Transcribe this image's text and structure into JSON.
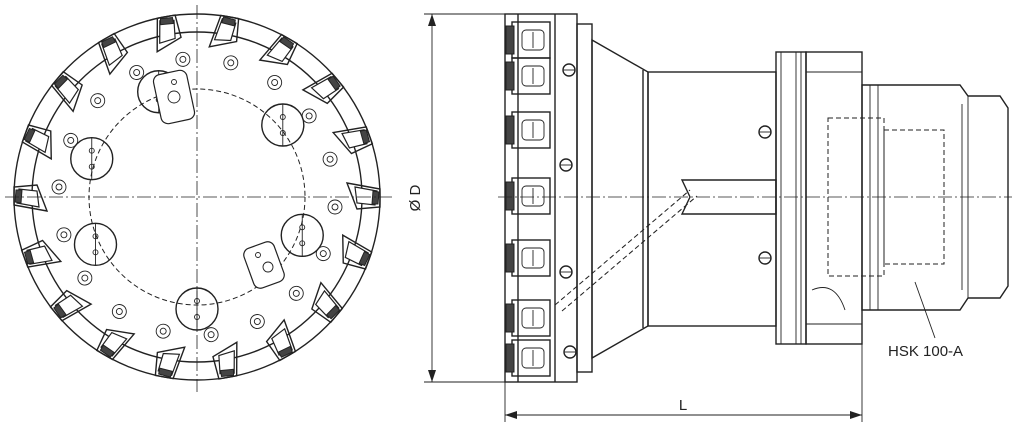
{
  "labels": {
    "diameter": "Ø D",
    "length": "L",
    "interface": "HSK 100-A"
  },
  "colors": {
    "line": "#222222",
    "background": "#ffffff"
  }
}
